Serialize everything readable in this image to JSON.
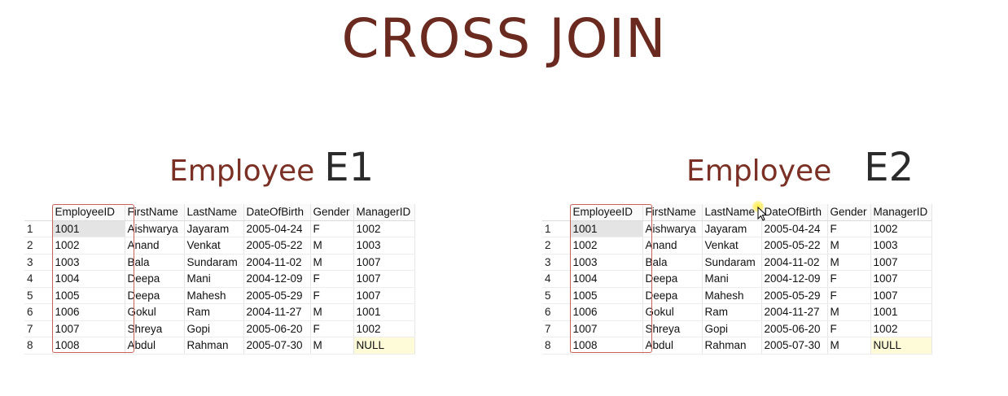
{
  "title": "CROSS JOIN",
  "tables": [
    {
      "table_name": "Employee",
      "alias": "E1",
      "columns": [
        "",
        "EmployeeID",
        "FirstName",
        "LastName",
        "DateOfBirth",
        "Gender",
        "ManagerID"
      ],
      "rows": [
        [
          "1",
          "1001",
          "Aishwarya",
          "Jayaram",
          "2005-04-24",
          "F",
          "1002"
        ],
        [
          "2",
          "1002",
          "Anand",
          "Venkat",
          "2005-05-22",
          "M",
          "1003"
        ],
        [
          "3",
          "1003",
          "Bala",
          "Sundaram",
          "2004-11-02",
          "M",
          "1007"
        ],
        [
          "4",
          "1004",
          "Deepa",
          "Mani",
          "2004-12-09",
          "F",
          "1007"
        ],
        [
          "5",
          "1005",
          "Deepa",
          "Mahesh",
          "2005-05-29",
          "F",
          "1007"
        ],
        [
          "6",
          "1006",
          "Gokul",
          "Ram",
          "2004-11-27",
          "M",
          "1001"
        ],
        [
          "7",
          "1007",
          "Shreya",
          "Gopi",
          "2005-06-20",
          "F",
          "1002"
        ],
        [
          "8",
          "1008",
          "Abdul",
          "Rahman",
          "2005-07-30",
          "M",
          "NULL"
        ]
      ]
    },
    {
      "table_name": "Employee",
      "alias": "E2",
      "columns": [
        "",
        "EmployeeID",
        "FirstName",
        "LastName",
        "DateOfBirth",
        "Gender",
        "ManagerID"
      ],
      "rows": [
        [
          "1",
          "1001",
          "Aishwarya",
          "Jayaram",
          "2005-04-24",
          "F",
          "1002"
        ],
        [
          "2",
          "1002",
          "Anand",
          "Venkat",
          "2005-05-22",
          "M",
          "1003"
        ],
        [
          "3",
          "1003",
          "Bala",
          "Sundaram",
          "2004-11-02",
          "M",
          "1007"
        ],
        [
          "4",
          "1004",
          "Deepa",
          "Mani",
          "2004-12-09",
          "F",
          "1007"
        ],
        [
          "5",
          "1005",
          "Deepa",
          "Mahesh",
          "2005-05-29",
          "F",
          "1007"
        ],
        [
          "6",
          "1006",
          "Gokul",
          "Ram",
          "2004-11-27",
          "M",
          "1001"
        ],
        [
          "7",
          "1007",
          "Shreya",
          "Gopi",
          "2005-06-20",
          "F",
          "1002"
        ],
        [
          "8",
          "1008",
          "Abdul",
          "Rahman",
          "2005-07-30",
          "M",
          "NULL"
        ]
      ]
    }
  ],
  "colors": {
    "title": "#6b2a1f",
    "table_name": "#7a3024",
    "highlight_box": "#c9635a",
    "null_cell": "#fdfbd8",
    "selected_cell": "#e4e4e4"
  },
  "icons": {
    "cursor": "mouse-pointer-icon"
  }
}
